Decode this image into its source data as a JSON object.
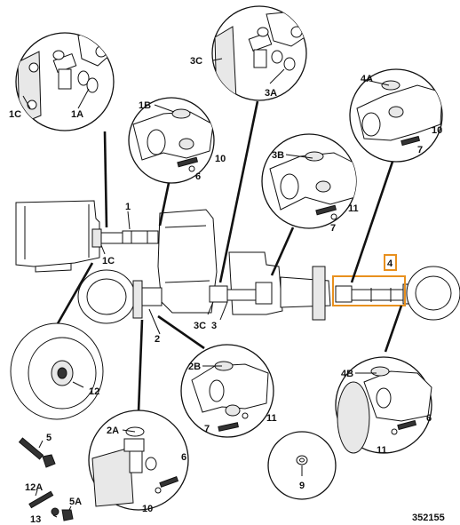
{
  "diagram": {
    "reference_number": "352155",
    "highlight_color": "#e8901e",
    "labels": {
      "l1": "1",
      "l1A": "1A",
      "l1B": "1B",
      "l1C_detail": "1C",
      "l1C_main": "1C",
      "l2": "2",
      "l2A": "2A",
      "l2B": "2B",
      "l3": "3",
      "l3A": "3A",
      "l3C_detail": "3C",
      "l3C_main": "3C",
      "l3B": "3B",
      "l4": "4",
      "l4A": "4A",
      "l4B": "4B",
      "l5": "5",
      "l5A": "5A",
      "l6_1b": "6",
      "l6_2a": "6",
      "l6_4b": "6",
      "l7_3b": "7",
      "l7_4a": "7",
      "l7_2b": "7",
      "l9": "9",
      "l10_1b": "10",
      "l10_4a": "10",
      "l10_2a": "10",
      "l11_3b": "11",
      "l11_2b": "11",
      "l11_4b": "11",
      "l12": "12",
      "l12A": "12A",
      "l13": "13"
    }
  }
}
